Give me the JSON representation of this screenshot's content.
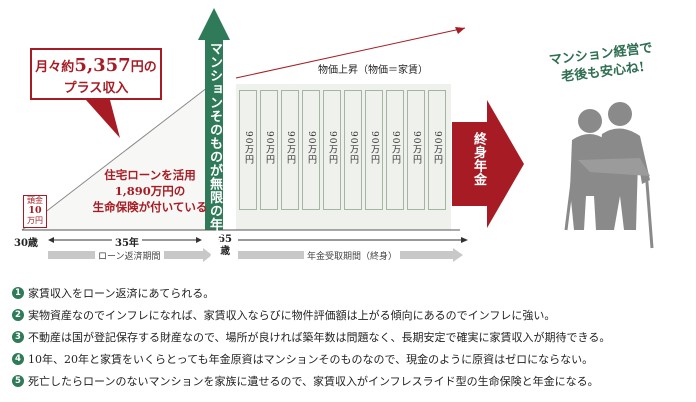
{
  "callout": {
    "line1_prefix": "月々約",
    "line1_amount": "5,357",
    "line1_suffix": "円の",
    "line2": "プラス収入"
  },
  "loan_note": {
    "line1": "住宅ローンを活用",
    "line2": "1,890万円の",
    "line3": "生命保険が付いている"
  },
  "head_money": {
    "line1": "頭金",
    "line2": "10",
    "line3": "万円"
  },
  "timeline": {
    "start_age": "30歳",
    "loan_years": "35年",
    "end_age_num": "65",
    "end_age_unit": "歳",
    "loan_period_label": "ローン返済期間",
    "pension_period_label": "年金受取期間（終身）"
  },
  "mansion_label": "マンションそのものが無限の年金原資",
  "price_rise": "物価上昇（物価＝家賃）",
  "pension_column_label": "90万円",
  "pension_column_count": 10,
  "lifetime_pension": "終身年金",
  "speech": {
    "line1": "マンション経営で",
    "line2": "老後も安心ね!"
  },
  "notes": [
    {
      "num": "1",
      "text": "家賃収入をローン返済にあてられる。"
    },
    {
      "num": "2",
      "text": "実物資産なのでインフレになれば、家賃収入ならびに物件評価額は上がる傾向にあるのでインフレに強い。"
    },
    {
      "num": "3",
      "text": "不動産は国が登記保存する財産なので、場所が良ければ築年数は問題なく、長期安定で確実に家賃収入が期待できる。"
    },
    {
      "num": "4",
      "text": "10年、20年と家賃をいくらとっても年金原資はマンションそのものなので、現金のように原資はゼロにならない。"
    },
    {
      "num": "5",
      "text": "死亡したらローンのないマンションを家族に遺せるので、家賃収入がインフレスライド型の生命保険と年金になる。"
    }
  ],
  "colors": {
    "accent_red": "#a71c24",
    "green": "#2f7a58",
    "light_green": "#eef1ec"
  }
}
